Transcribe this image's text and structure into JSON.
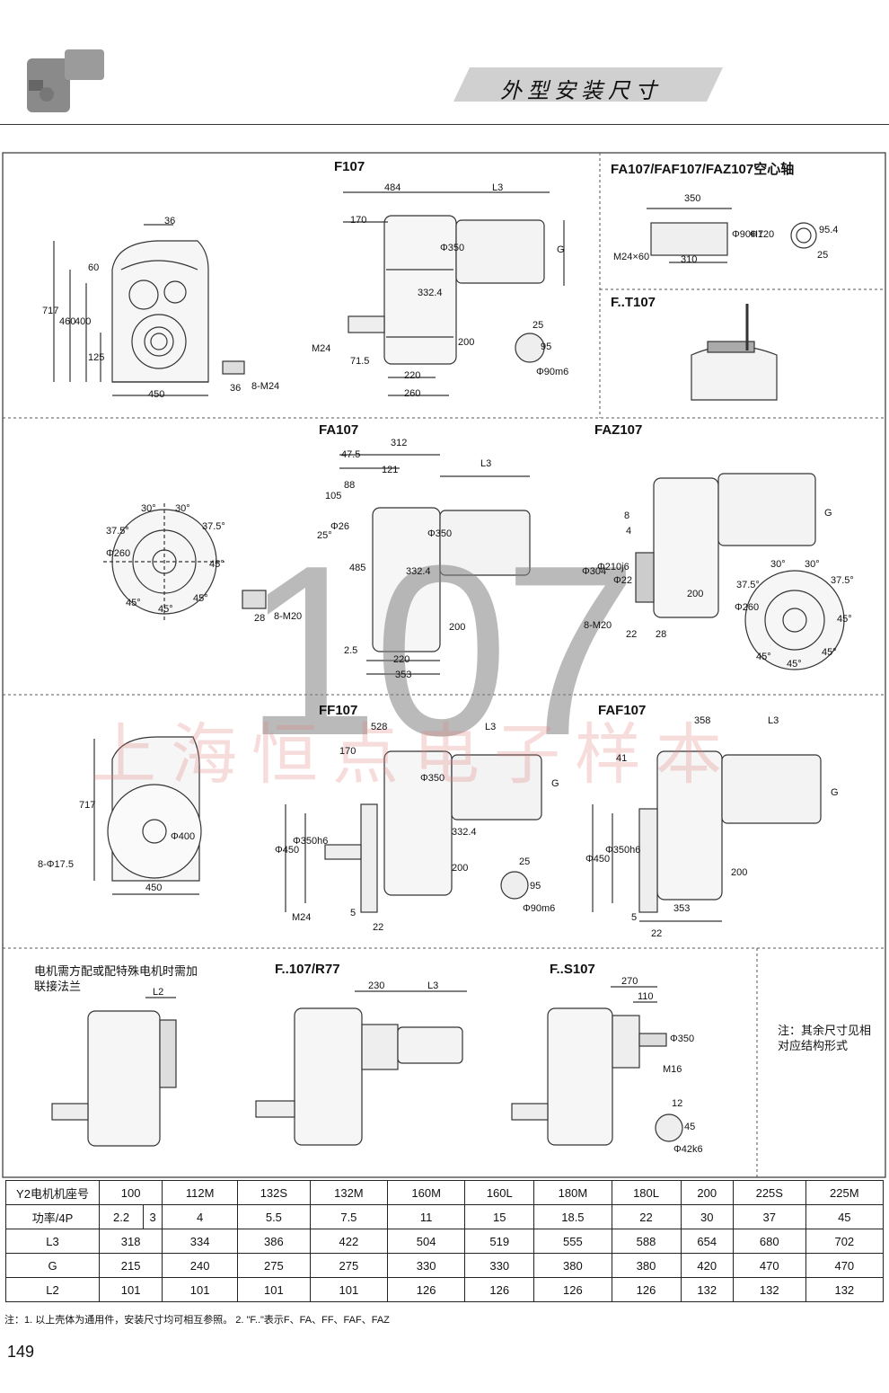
{
  "header": {
    "title": "外型安装尺寸"
  },
  "watermark": {
    "number": "107",
    "company": "上海恒点电子样本"
  },
  "sections": {
    "f107": "F107",
    "fa107_hollow": "FA107/FAF107/FAZ107空心轴",
    "ft107": "F..T107",
    "fa107": "FA107",
    "faz107": "FAZ107",
    "ff107": "FF107",
    "faf107": "FAF107",
    "fr77": "F..107/R77",
    "fs107": "F..S107"
  },
  "notes": {
    "motor_flange": "电机需方配或配特殊电机时需加联接法兰",
    "remaining": "注：其余尺寸见相对应结构形式",
    "footer": "注：1. 以上壳体为通用件，安装尺寸均可相互参照。   2. \"F..\"表示F、FA、FF、FAF、FAZ"
  },
  "dims": {
    "front": [
      "36",
      "60",
      "717",
      "460",
      "400",
      "125",
      "450",
      "36",
      "8-M24"
    ],
    "f107": [
      "484",
      "L3",
      "170",
      "G",
      "Φ350",
      "332.4",
      "M24",
      "200",
      "71.5",
      "220",
      "260",
      "25",
      "95",
      "Φ90m6"
    ],
    "hollow": [
      "350",
      "M24×60",
      "310",
      "Φ90H7",
      "Φ120",
      "95.4",
      "25"
    ],
    "fa107": [
      "312",
      "47.5",
      "121",
      "88",
      "105",
      "25°",
      "Φ26",
      "L3",
      "Φ350",
      "485",
      "332.4",
      "200",
      "2.5",
      "220",
      "353",
      "28",
      "8-M20"
    ],
    "flange_a": [
      "30°",
      "30°",
      "37.5°",
      "37.5°",
      "Φ260",
      "45°",
      "45°",
      "45°",
      "45°"
    ],
    "faz107": [
      "8",
      "4",
      "Φ304",
      "Φ210j6",
      "Φ22",
      "200",
      "G",
      "8-M20",
      "22",
      "28"
    ],
    "flange_b": [
      "30°",
      "30°",
      "37.5°",
      "37.5°",
      "Φ260",
      "45°",
      "45°",
      "45°",
      "45°"
    ],
    "ff_front": [
      "717",
      "Φ400",
      "8-Φ17.5",
      "450"
    ],
    "ff107": [
      "528",
      "L3",
      "170",
      "Φ350",
      "G",
      "Φ450",
      "Φ350h6",
      "332.4",
      "200",
      "M24",
      "5",
      "22",
      "25",
      "95",
      "Φ90m6"
    ],
    "faf107": [
      "358",
      "L3",
      "41",
      "G",
      "Φ450",
      "Φ350h6",
      "200",
      "353",
      "5",
      "22"
    ],
    "motor": [
      "L2"
    ],
    "fr77": [
      "230",
      "L3"
    ],
    "fs107": [
      "270",
      "110",
      "Φ350",
      "M16",
      "12",
      "45",
      "Φ42k6"
    ]
  },
  "table": {
    "rows": [
      {
        "label": "Y2电机机座号",
        "cells": [
          "100",
          "112M",
          "132S",
          "132M",
          "160M",
          "160L",
          "180M",
          "180L",
          "200",
          "225S",
          "225M"
        ]
      },
      {
        "label": "功率/4P",
        "split": [
          "2.2",
          "3"
        ],
        "cells": [
          "4",
          "5.5",
          "7.5",
          "11",
          "15",
          "18.5",
          "22",
          "30",
          "37",
          "45"
        ]
      },
      {
        "label": "L3",
        "cells": [
          "318",
          "334",
          "386",
          "422",
          "504",
          "519",
          "555",
          "588",
          "654",
          "680",
          "702"
        ]
      },
      {
        "label": "G",
        "cells": [
          "215",
          "240",
          "275",
          "275",
          "330",
          "330",
          "380",
          "380",
          "420",
          "470",
          "470"
        ]
      },
      {
        "label": "L2",
        "cells": [
          "101",
          "101",
          "101",
          "101",
          "126",
          "126",
          "126",
          "126",
          "132",
          "132",
          "132"
        ]
      }
    ]
  },
  "page_number": "149"
}
